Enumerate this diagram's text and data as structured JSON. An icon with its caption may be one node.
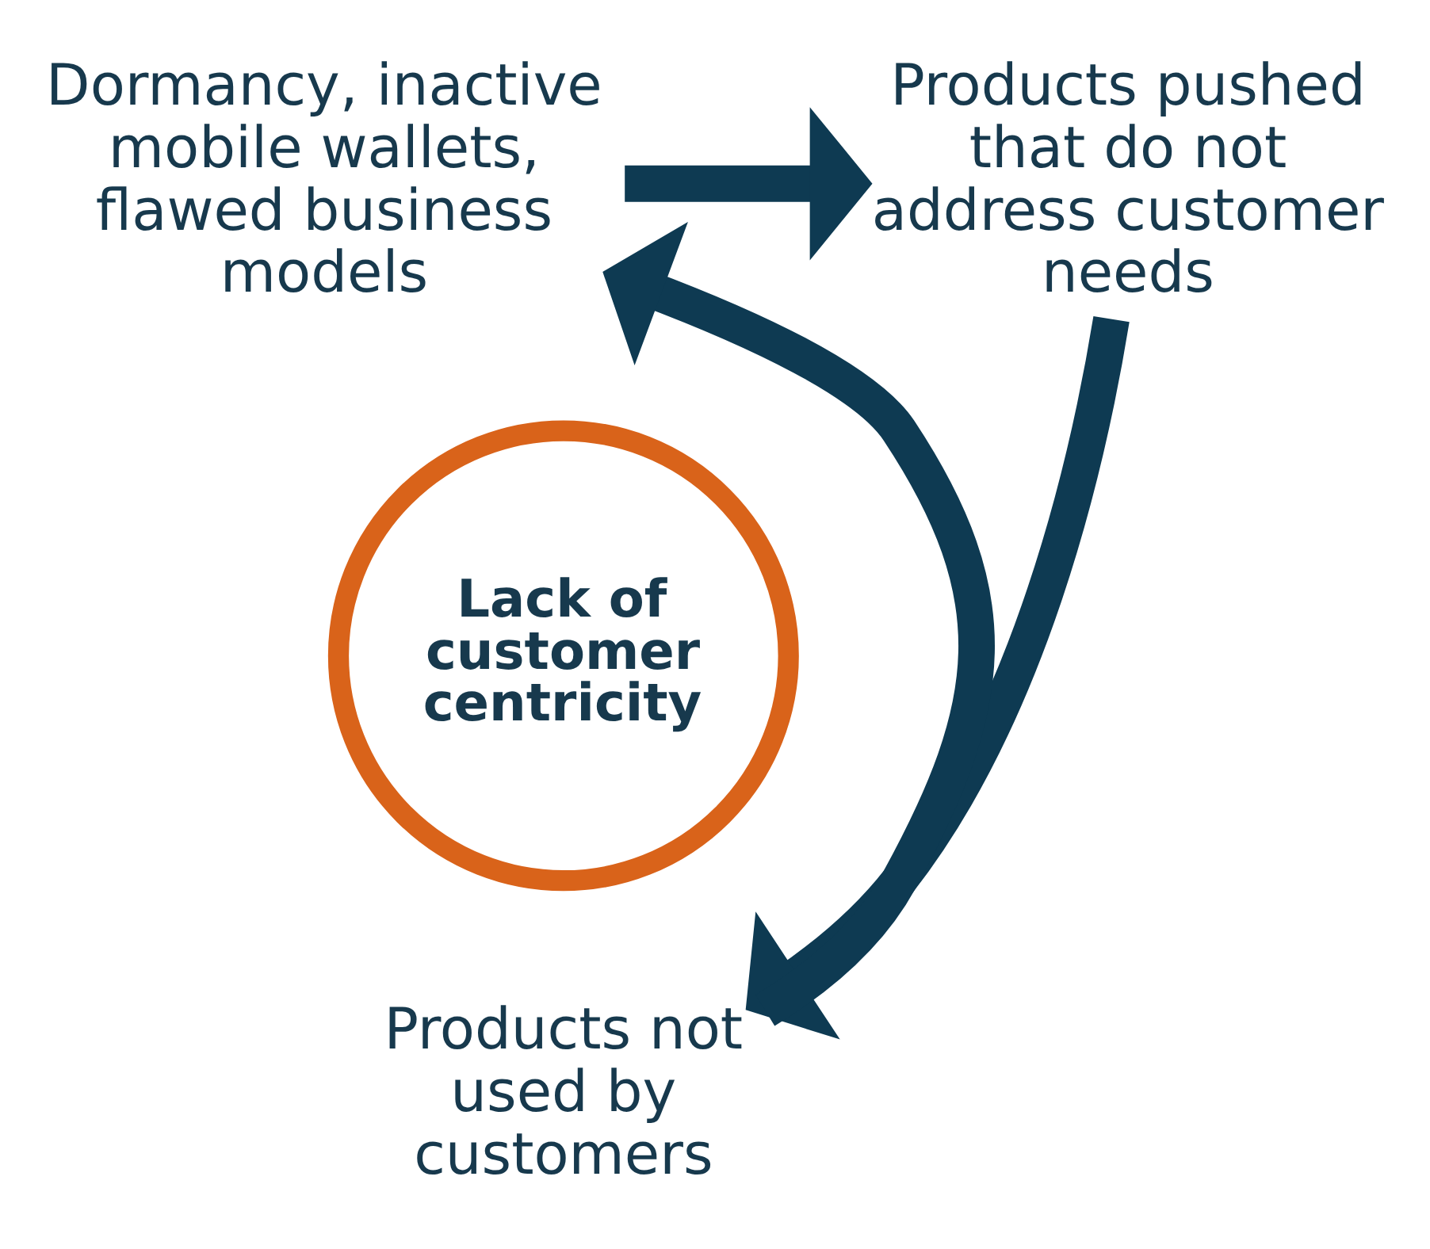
{
  "diagram": {
    "nodes": [
      {
        "text": [
          "Lack of customer centricity"
        ]
      },
      {
        "text": [
          "Dormancy, inactive mobile wallets, flawed business models"
        ]
      },
      {
        "text": [
          "Products pushed that do not address customer needs"
        ]
      },
      {
        "text": [
          "Products not used by customers"
        ]
      }
    ],
    "edges": [
      {
        "from": 1,
        "to": 2,
        "arrow": "to"
      },
      {
        "from": 2,
        "to": 3,
        "arrow": "to"
      },
      {
        "from": 3,
        "to": 1,
        "arrow": "to"
      }
    ]
  }
}
